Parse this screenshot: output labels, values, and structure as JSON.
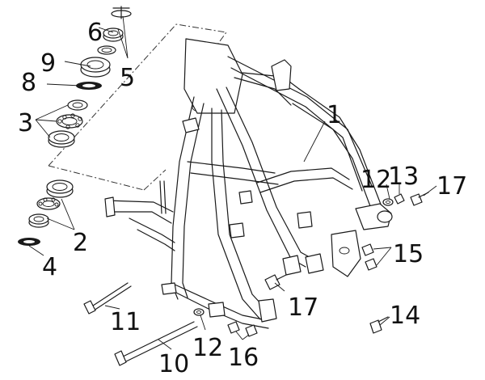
{
  "diagram": {
    "callouts": [
      {
        "id": "c1",
        "text": "1"
      },
      {
        "id": "c2",
        "text": "2"
      },
      {
        "id": "c3",
        "text": "3"
      },
      {
        "id": "c4",
        "text": "4"
      },
      {
        "id": "c5",
        "text": "5"
      },
      {
        "id": "c6",
        "text": "6"
      },
      {
        "id": "c8",
        "text": "8"
      },
      {
        "id": "c9",
        "text": "9"
      },
      {
        "id": "c10",
        "text": "10"
      },
      {
        "id": "c11",
        "text": "11"
      },
      {
        "id": "c12a",
        "text": "12"
      },
      {
        "id": "c12b",
        "text": "12"
      },
      {
        "id": "c13",
        "text": "13"
      },
      {
        "id": "c14",
        "text": "14"
      },
      {
        "id": "c15",
        "text": "15"
      },
      {
        "id": "c16",
        "text": "16"
      },
      {
        "id": "c17a",
        "text": "17"
      },
      {
        "id": "c17b",
        "text": "17"
      }
    ]
  }
}
